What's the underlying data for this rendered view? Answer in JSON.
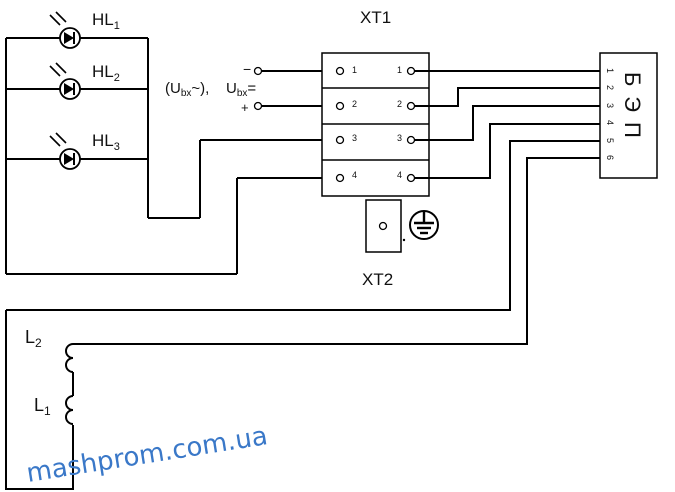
{
  "block_xt1": {
    "title": "XT1",
    "left_pins": [
      "1",
      "2",
      "3",
      "4"
    ],
    "right_pins": [
      "1",
      "2",
      "3",
      "4"
    ]
  },
  "block_xt2": {
    "title": "XT2"
  },
  "block_bep": {
    "title": "БЭП",
    "pins": [
      "1",
      "2",
      "3",
      "4",
      "5",
      "6"
    ]
  },
  "lamps": [
    {
      "label": "HL",
      "sub": "1"
    },
    {
      "label": "HL",
      "sub": "2"
    },
    {
      "label": "HL",
      "sub": "3"
    }
  ],
  "input_labels": {
    "ac": "(U",
    "ac_sub": "bx",
    "ac_tail": "~),",
    "dc": "U",
    "dc_sub": "bx",
    "dc_tail": "=",
    "minus": "−",
    "plus": "+"
  },
  "coils": [
    {
      "label": "L",
      "sub": "2"
    },
    {
      "label": "L",
      "sub": "1"
    }
  ],
  "watermark": "mashprom.com.ua"
}
